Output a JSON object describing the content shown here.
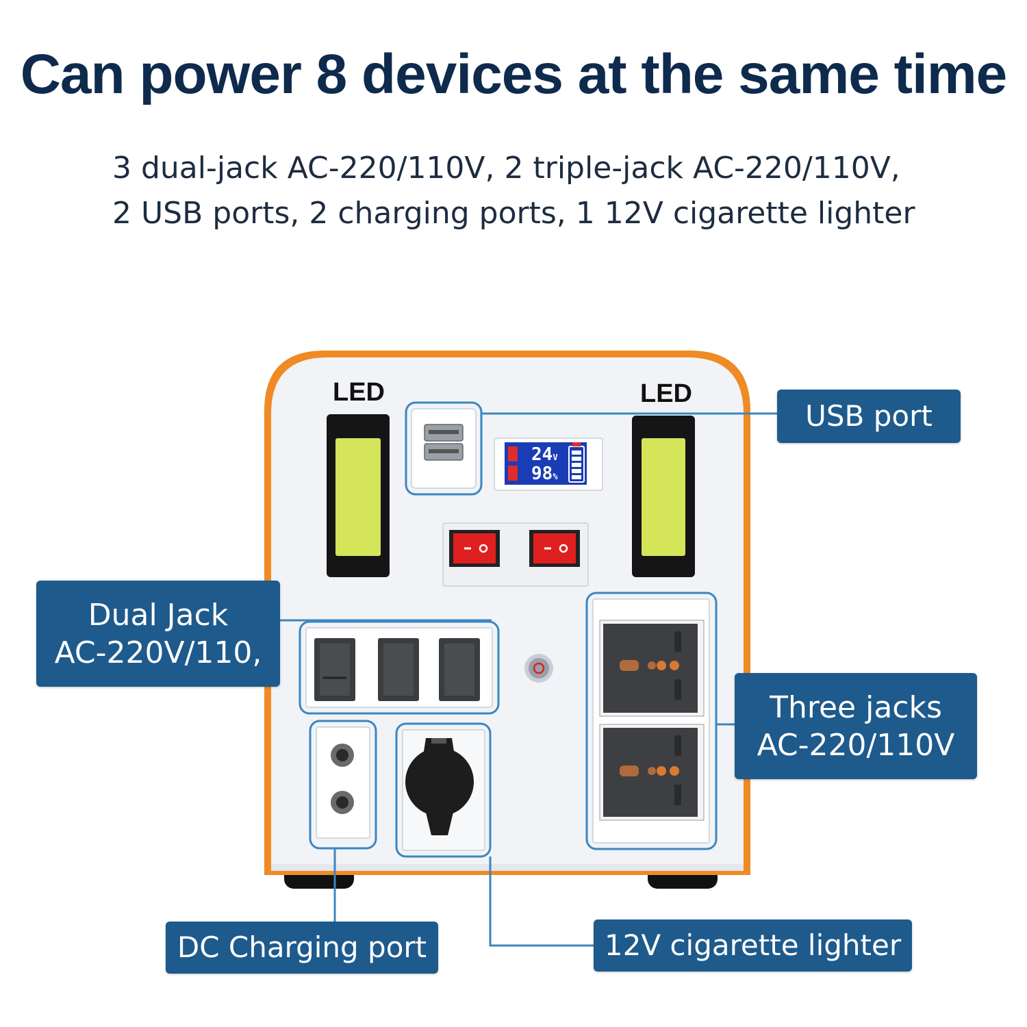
{
  "header": {
    "title": "Can power 8 devices at the same time",
    "subtitle_line1": "3 dual-jack AC-220/110V, 2 triple-jack AC-220/110V,",
    "subtitle_line2": "2 USB ports, 2 charging ports, 1 12V cigarette lighter"
  },
  "device": {
    "led_left": "LED",
    "led_right": "LED",
    "display": {
      "voltage": "24",
      "voltage_unit": "V",
      "percent": "98",
      "percent_unit": "%"
    }
  },
  "callouts": {
    "usb_port": "USB port",
    "dual_jack_line1": "Dual Jack",
    "dual_jack_line2": "AC-220V/110,",
    "three_jacks_line1": "Three jacks",
    "three_jacks_line2": "AC-220/110V",
    "dc_charging_port": "DC Charging port",
    "cigarette_lighter": "12V cigarette lighter"
  },
  "colors": {
    "title": "#0e2a4d",
    "callout_bg": "#1e5a8c",
    "leader_line": "#3a86c2",
    "housing_trim": "#f08a24",
    "led_panel": "#d4e55a",
    "switch_red": "#e02020"
  }
}
